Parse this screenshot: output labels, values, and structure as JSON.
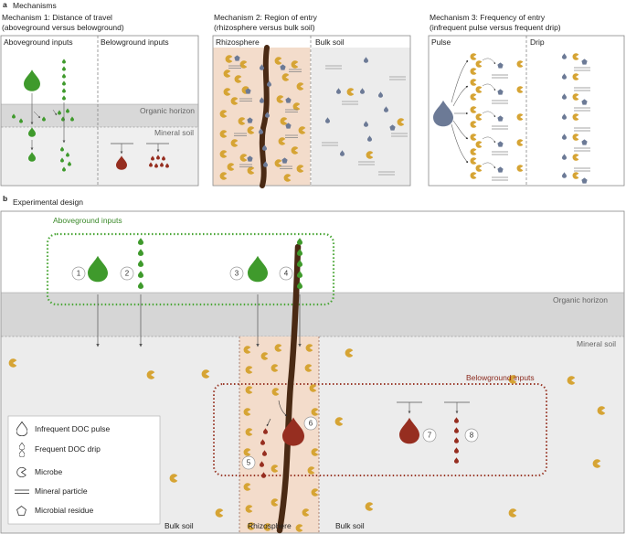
{
  "panel_a": {
    "letter": "a",
    "title": "Mechanisms",
    "m1": {
      "title": "Mechanism 1: Distance of travel",
      "subtitle": "(aboveground versus belowground)",
      "left_label": "Aboveground inputs",
      "right_label": "Belowground inputs",
      "organic_label": "Organic horizon",
      "mineral_label": "Mineral soil"
    },
    "m2": {
      "title": "Mechanism 2: Region of entry",
      "subtitle": "(rhizosphere versus bulk soil)",
      "left_label": "Rhizosphere",
      "right_label": "Bulk soil"
    },
    "m3": {
      "title": "Mechanism 3: Frequency of entry",
      "subtitle": "(infrequent pulse versus frequent drip)",
      "left_label": "Pulse",
      "right_label": "Drip"
    }
  },
  "panel_b": {
    "letter": "b",
    "title": "Experimental design",
    "aboveground_label": "Aboveground inputs",
    "belowground_label": "Belowground inputs",
    "organic_label": "Organic horizon",
    "mineral_label": "Mineral soil",
    "bulk_left": "Bulk soil",
    "rhizosphere": "Rhizosphere",
    "bulk_right": "Bulk soil",
    "treatments": [
      "1",
      "2",
      "3",
      "4",
      "5",
      "6",
      "7",
      "8"
    ],
    "legend": {
      "pulse": "Infrequent DOC pulse",
      "drip": "Frequent DOC drip",
      "microbe": "Microbe",
      "mineral": "Mineral particle",
      "residue": "Microbial residue"
    }
  },
  "colors": {
    "green": "#3f9a2c",
    "green_dotted": "#4aa636",
    "red": "#962e20",
    "red_dotted": "#9a3a2a",
    "microbe": "#d6a434",
    "residue": "#6c7a96",
    "root": "#4a2a14",
    "rhizosphere_bg": "#f3dccb",
    "soil_bg": "#ececec",
    "organic_bg": "#d6d6d6"
  }
}
